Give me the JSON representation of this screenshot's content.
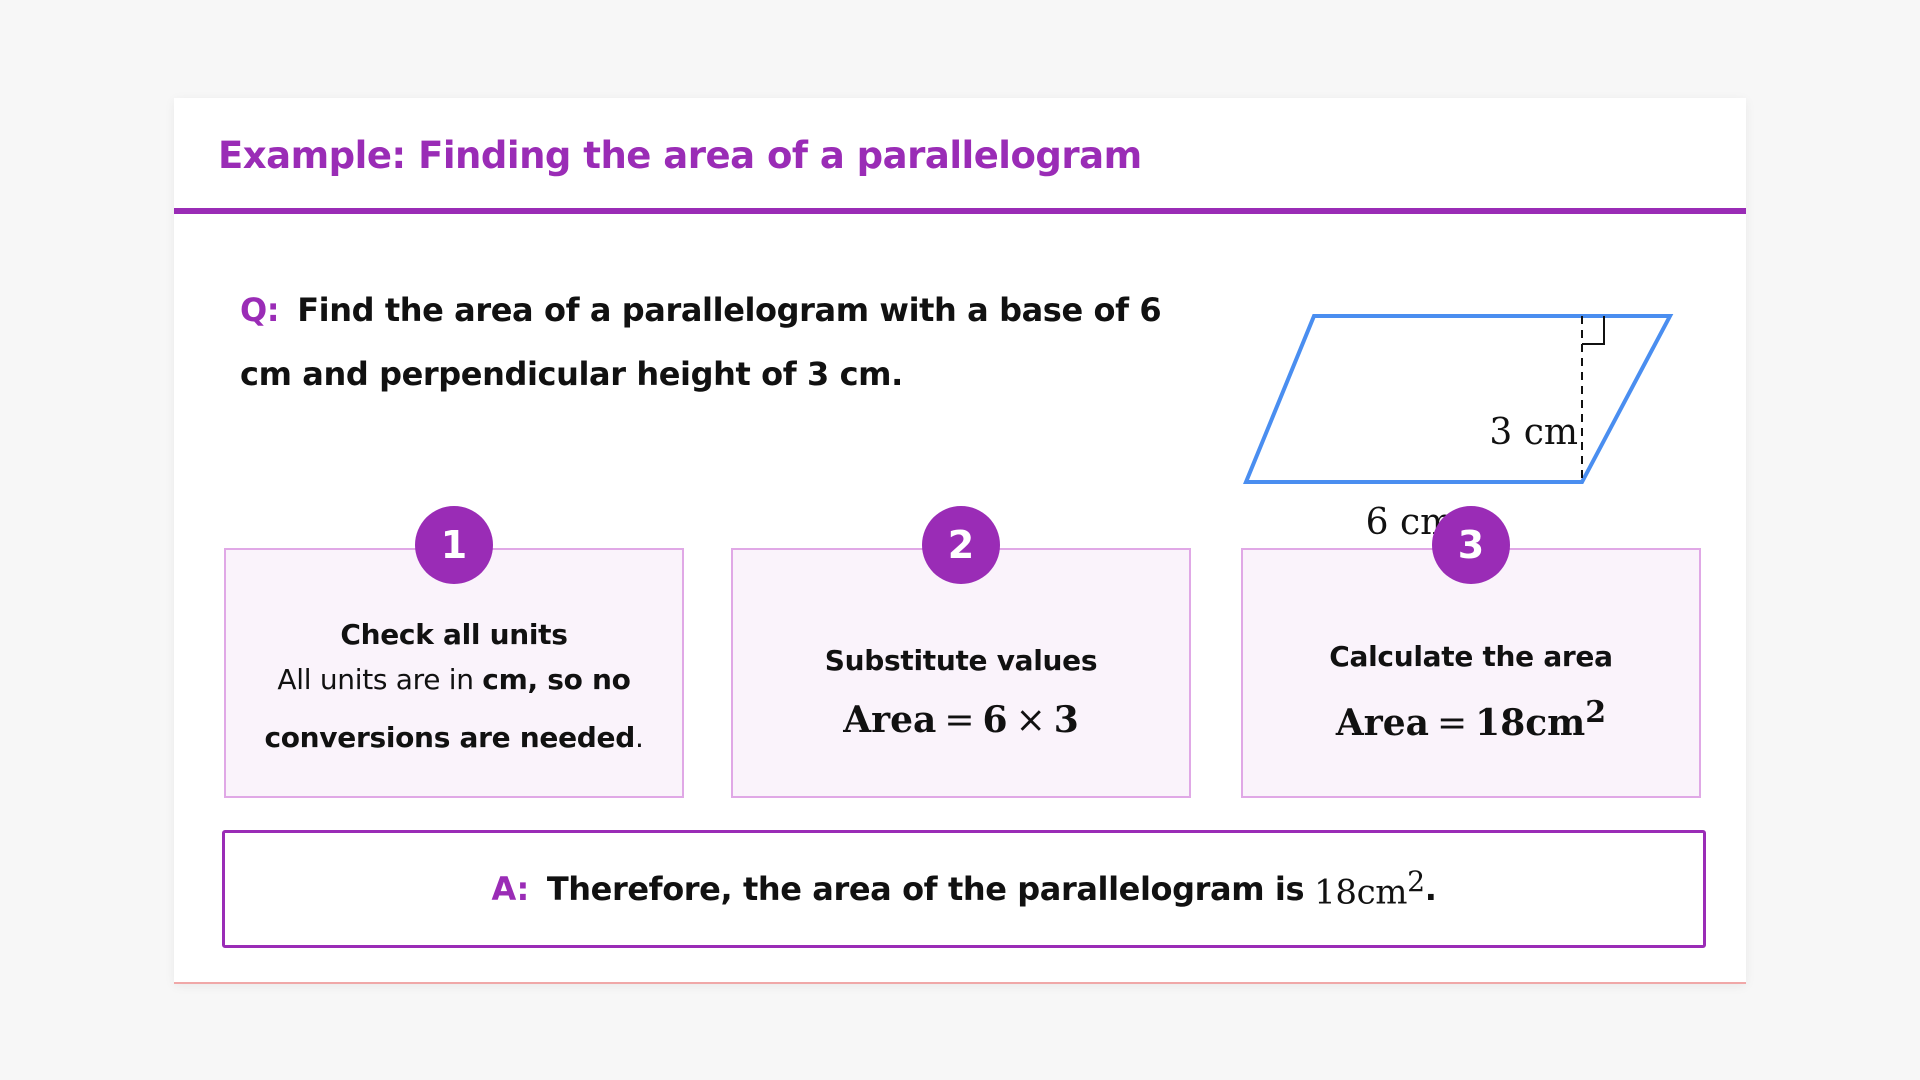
{
  "title": "Example: Finding the area of a parallelogram",
  "question": {
    "label": "Q:",
    "text": "Find the area of a parallelogram with a base of 6 cm and perpendicular height of 3 cm."
  },
  "diagram": {
    "height_label": "3 cm",
    "base_label": "6 cm",
    "outline_color": "#4a8ef0"
  },
  "steps": [
    {
      "number": "1",
      "title": "Check all units",
      "text_plain_1": "All units are in ",
      "text_bold_1": "cm, so no conversions are needed",
      "text_plain_2": "."
    },
    {
      "number": "2",
      "title": "Substitute values",
      "math_lhs": "Area",
      "math_eq": "=",
      "math_a": "6",
      "math_op": "×",
      "math_b": "3"
    },
    {
      "number": "3",
      "title": "Calculate the area",
      "math_lhs": "Area",
      "math_eq": "=",
      "math_value": "18cm",
      "math_sup": "2"
    }
  ],
  "answer": {
    "label": "A:",
    "text": "Therefore, the area of the parallelogram is",
    "value": "18cm",
    "sup": "2",
    "end": "."
  },
  "colors": {
    "accent": "#9a2cb6",
    "step_bg": "#faf3fb",
    "step_border": "#e0a8e6"
  }
}
